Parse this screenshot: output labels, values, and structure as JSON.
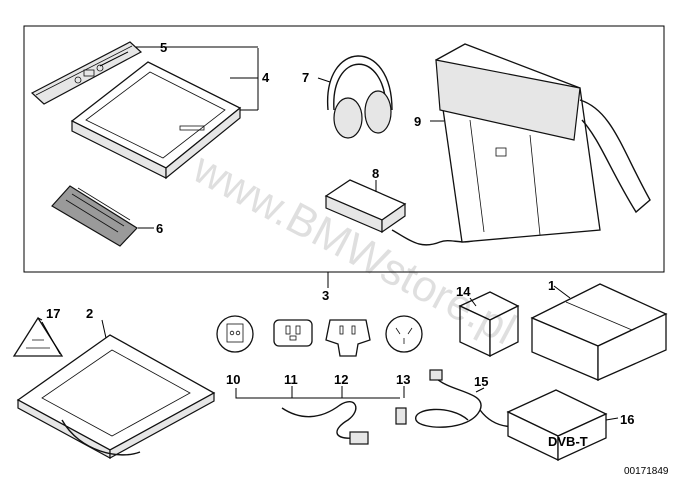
{
  "watermark": "www.BMWstore.pl",
  "diagram_id": "00171849",
  "callouts": {
    "c1": "1",
    "c2": "2",
    "c3": "3",
    "c4": "4",
    "c5": "5",
    "c6": "6",
    "c7": "7",
    "c8": "8",
    "c9": "9",
    "c10": "10",
    "c11": "11",
    "c12": "12",
    "c13": "13",
    "c14": "14",
    "c15": "15",
    "c16": "16",
    "c17": "17"
  },
  "box_16_label": "DVB-T"
}
